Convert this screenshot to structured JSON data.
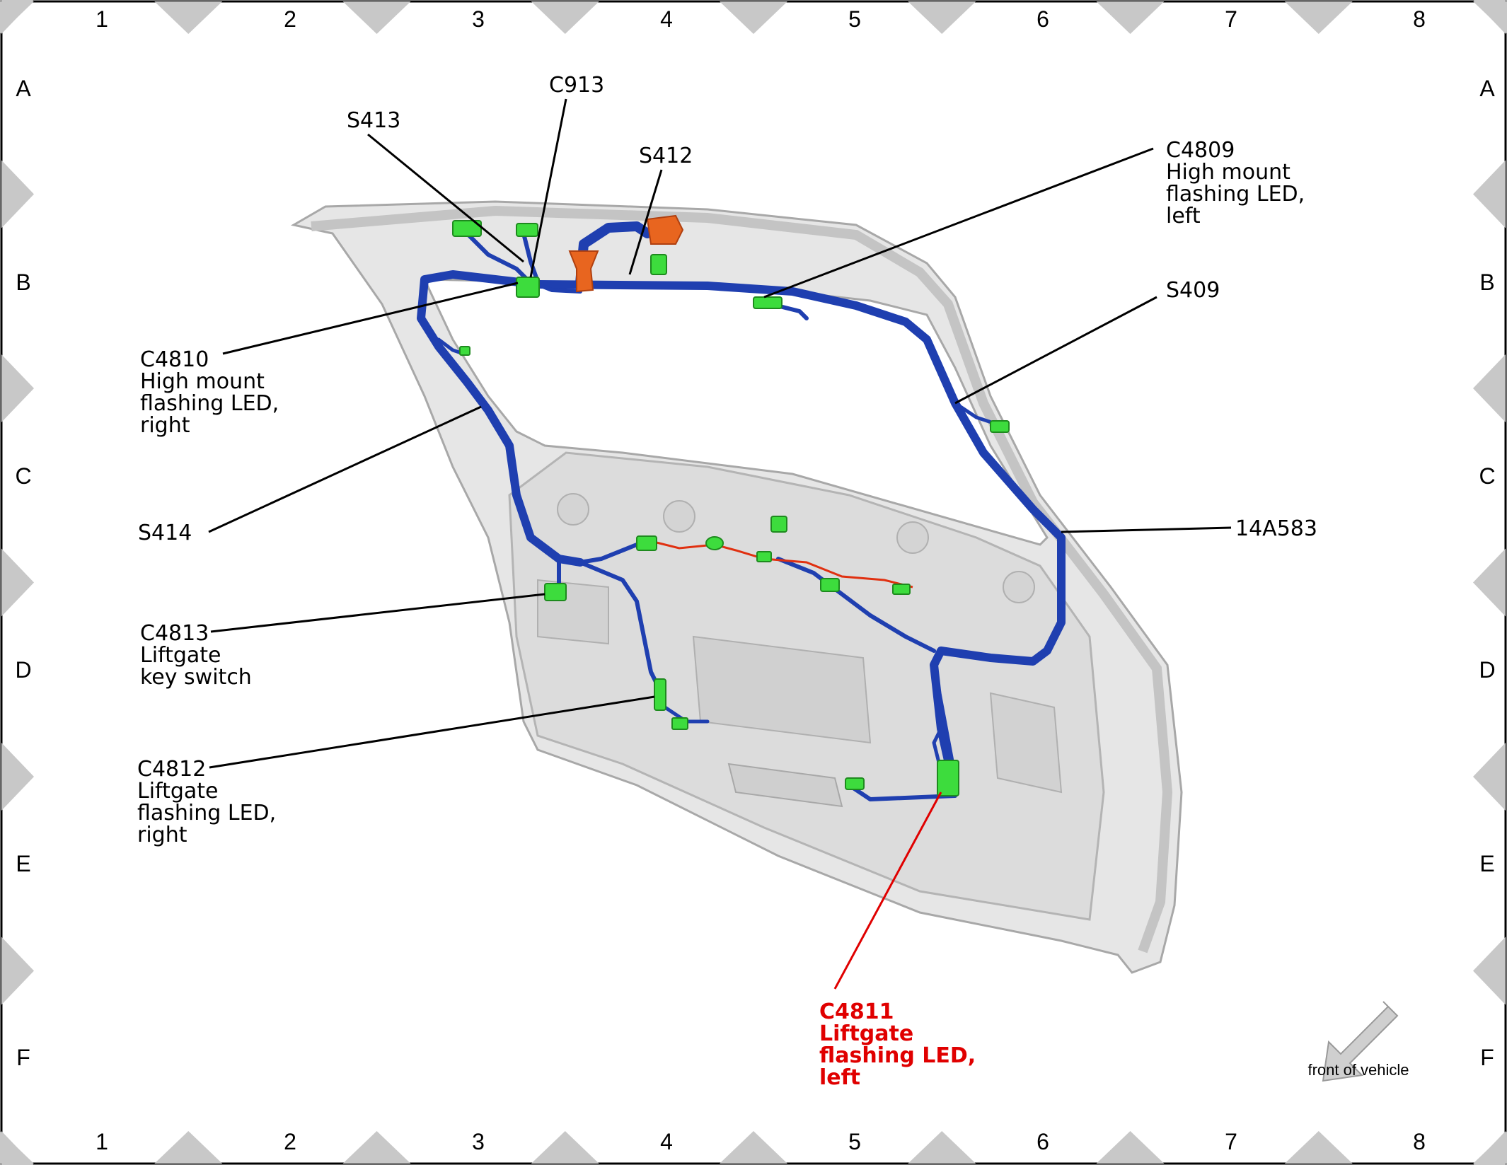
{
  "grid": {
    "columns": [
      "1",
      "2",
      "3",
      "4",
      "5",
      "6",
      "7",
      "8"
    ],
    "rows": [
      "A",
      "B",
      "C",
      "D",
      "E",
      "F"
    ]
  },
  "callouts": {
    "c913": "C913",
    "s413": "S413",
    "s412": "S412",
    "c4809": [
      "C4809",
      "High mount",
      "flashing LED,",
      "left"
    ],
    "s409": "S409",
    "c4810": [
      "C4810",
      "High mount",
      "flashing LED,",
      "right"
    ],
    "s414": "S414",
    "part_14a583": "14A583",
    "c4813": [
      "C4813",
      "Liftgate",
      "key switch"
    ],
    "c4812": [
      "C4812",
      "Liftgate",
      "flashing LED,",
      "right"
    ],
    "c4811": [
      "C4811",
      "Liftgate",
      "flashing LED,",
      "left"
    ]
  },
  "orientation": {
    "label": "front of vehicle",
    "icon": "arrow-icon"
  },
  "colors": {
    "harness": "#1f3fb0",
    "connector": "#3ddc3d",
    "grommet": "#e8651f",
    "highlight": "#e00000",
    "panel": "#e4e4e4"
  }
}
